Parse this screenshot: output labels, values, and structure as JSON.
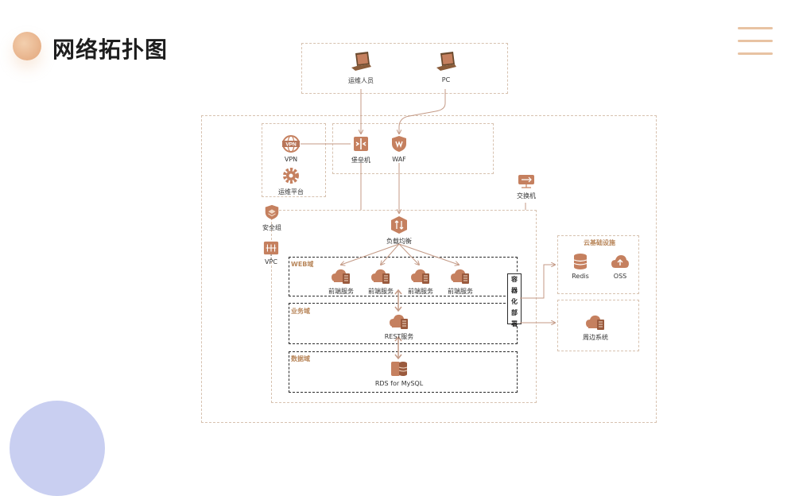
{
  "page": {
    "title": "网络拓扑图"
  },
  "nodes": {
    "ops_staff": "运维人员",
    "pc": "PC",
    "vpn_icon_text": "VPN",
    "vpn": "VPN",
    "ops_platform": "运维平台",
    "bastion": "堡垒机",
    "waf": "WAF",
    "security_group": "安全组",
    "vpc": "VPC",
    "switch": "交换机",
    "load_balancer": "负载均衡",
    "frontend": [
      "前端服务",
      "前端服务",
      "前端服务",
      "前端服务"
    ],
    "rest": "REST服务",
    "rds": "RDS for MySQL",
    "redis": "Redis",
    "oss": "OSS",
    "peripheral": "周边系统"
  },
  "zones": {
    "web": "WEB域",
    "business": "业务域",
    "data": "数据域",
    "cloud_infra": "云基础设施",
    "container_deploy": [
      "容",
      "器",
      "化",
      "部",
      "署"
    ]
  },
  "colors": {
    "accent": "#c5805f",
    "accent_dark": "#9a5a3d",
    "zone_label": "#b8865a",
    "dashed_border": "#d7c2b0",
    "connector": "#c49a86"
  },
  "icons": {
    "ops_staff": "laptop-icon",
    "pc": "laptop-icon",
    "vpn": "globe-icon",
    "ops_platform": "gear-icon",
    "bastion": "firewall-icon",
    "waf": "shield-icon",
    "security_group": "shield-icon",
    "vpc": "network-icon",
    "switch": "switch-icon",
    "load_balancer": "load-balancer-icon",
    "frontend": "cloud-server-icon",
    "rest": "cloud-server-icon",
    "rds": "database-icon",
    "redis": "database-icon",
    "oss": "cloud-storage-icon",
    "peripheral": "cloud-server-icon"
  }
}
